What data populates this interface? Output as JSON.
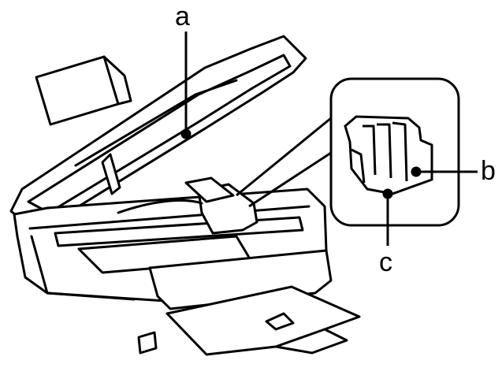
{
  "callouts": {
    "a": "a",
    "b": "b",
    "c": "c"
  },
  "colors": {
    "ink": "#000000",
    "paper": "#ffffff"
  }
}
